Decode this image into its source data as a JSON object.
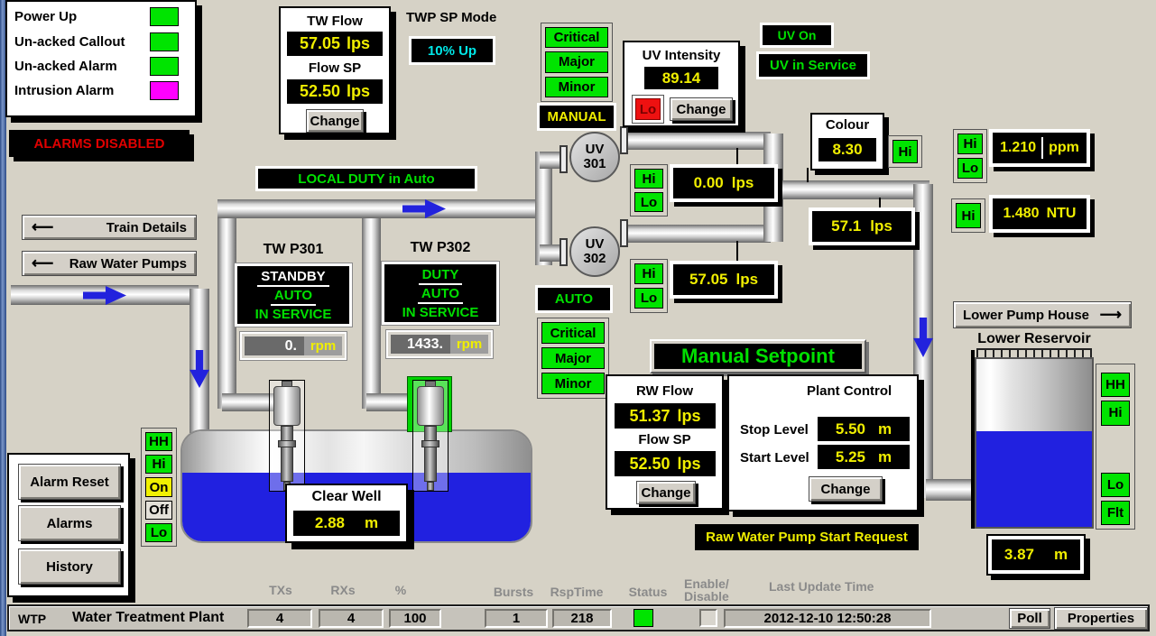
{
  "window": {
    "plant_code": "WTP",
    "plant_name": "Water Treatment Plant"
  },
  "legend": {
    "items": [
      {
        "label": "Power Up",
        "color": "#00e400"
      },
      {
        "label": "Un-acked Callout",
        "color": "#00e400"
      },
      {
        "label": "Un-acked Alarm",
        "color": "#00e400"
      },
      {
        "label": "Intrusion Alarm",
        "color": "#ff00ff"
      }
    ]
  },
  "banners": {
    "alarms_disabled": "ALARMS DISABLED",
    "local_duty": "LOCAL DUTY in Auto",
    "uv_on": "UV On",
    "uv_in_service": "UV in Service",
    "manual": "MANUAL",
    "auto": "AUTO",
    "manual_setpoint": "Manual Setpoint",
    "rw_pump_start_request": "Raw Water Pump Start Request"
  },
  "twp_sp_mode": {
    "label": "TWP SP Mode",
    "value": "10% Up"
  },
  "tw_flow": {
    "title": "TW Flow",
    "value": "57.05",
    "unit": "lps",
    "sp_label": "Flow SP",
    "sp_value": "52.50",
    "sp_unit": "lps"
  },
  "uv_intensity": {
    "title": "UV Intensity",
    "value": "89.14",
    "lo": "Lo"
  },
  "colour": {
    "title": "Colour",
    "value": "8.30"
  },
  "analysers": {
    "ppm": {
      "value": "1.210",
      "unit": "ppm"
    },
    "ntu": {
      "value": "1.480",
      "unit": "NTU"
    }
  },
  "flows": {
    "uv301": {
      "value": "0.00",
      "unit": "lps"
    },
    "uv302": {
      "value": "57.05",
      "unit": "lps"
    },
    "outlet": {
      "value": "57.1",
      "unit": "lps"
    }
  },
  "pumps": {
    "p301": {
      "title": "TW P301",
      "status1": "STANDBY",
      "status2": "AUTO",
      "status3": "IN SERVICE",
      "rpm": "0.",
      "rpm_unit": "rpm"
    },
    "p302": {
      "title": "TW P302",
      "status1": "DUTY",
      "status2": "AUTO",
      "status3": "IN SERVICE",
      "rpm": "1433.",
      "rpm_unit": "rpm"
    }
  },
  "uv_units": {
    "u301": {
      "line1": "UV",
      "line2": "301"
    },
    "u302": {
      "line1": "UV",
      "line2": "302"
    }
  },
  "indicators": {
    "hh": "HH",
    "hi": "Hi",
    "lo": "Lo",
    "on": "On",
    "off": "Off",
    "flt": "Flt",
    "critical": "Critical",
    "major": "Major",
    "minor": "Minor"
  },
  "rw_flow": {
    "title": "RW Flow",
    "value": "51.37",
    "unit": "lps",
    "sp_label": "Flow SP",
    "sp_value": "52.50",
    "sp_unit": "lps"
  },
  "plant_control": {
    "title": "Plant Control",
    "stop_label": "Stop Level",
    "stop_value": "5.50",
    "stop_unit": "m",
    "start_label": "Start Level",
    "start_value": "5.25",
    "start_unit": "m"
  },
  "clear_well": {
    "title": "Clear Well",
    "value": "2.88",
    "unit": "m"
  },
  "lower_reservoir": {
    "title": "Lower Reservoir",
    "value": "3.87",
    "unit": "m"
  },
  "buttons": {
    "change": "Change",
    "train_details": "Train Details",
    "raw_water_pumps": "Raw Water Pumps",
    "lower_pump_house": "Lower Pump House",
    "alarm_reset": "Alarm Reset",
    "alarms": "Alarms",
    "history": "History",
    "poll": "Poll",
    "properties": "Properties"
  },
  "icons": {
    "left_arrow": "⟵",
    "right_arrow": "⟶"
  },
  "status_bar": {
    "labels": {
      "txs": "TXs",
      "rxs": "RXs",
      "pct": "%",
      "bursts": "Bursts",
      "rsp_time": "RspTime",
      "status": "Status",
      "enable": "Enable/",
      "disable": "Disable",
      "last_update": "Last Update Time"
    },
    "values": {
      "txs": "4",
      "rxs": "4",
      "pct": "100",
      "bursts": "1",
      "rsp_time": "218",
      "last_update": "2012-12-10 12:50:28"
    }
  },
  "colors": {
    "indicator_green": "#00e400",
    "alarm_red": "#e00000",
    "value_yellow": "#f0ee00",
    "intrusion_magenta": "#ff00ff",
    "water_blue": "#2121e0",
    "sp_mode_cyan": "#00e8e8"
  }
}
